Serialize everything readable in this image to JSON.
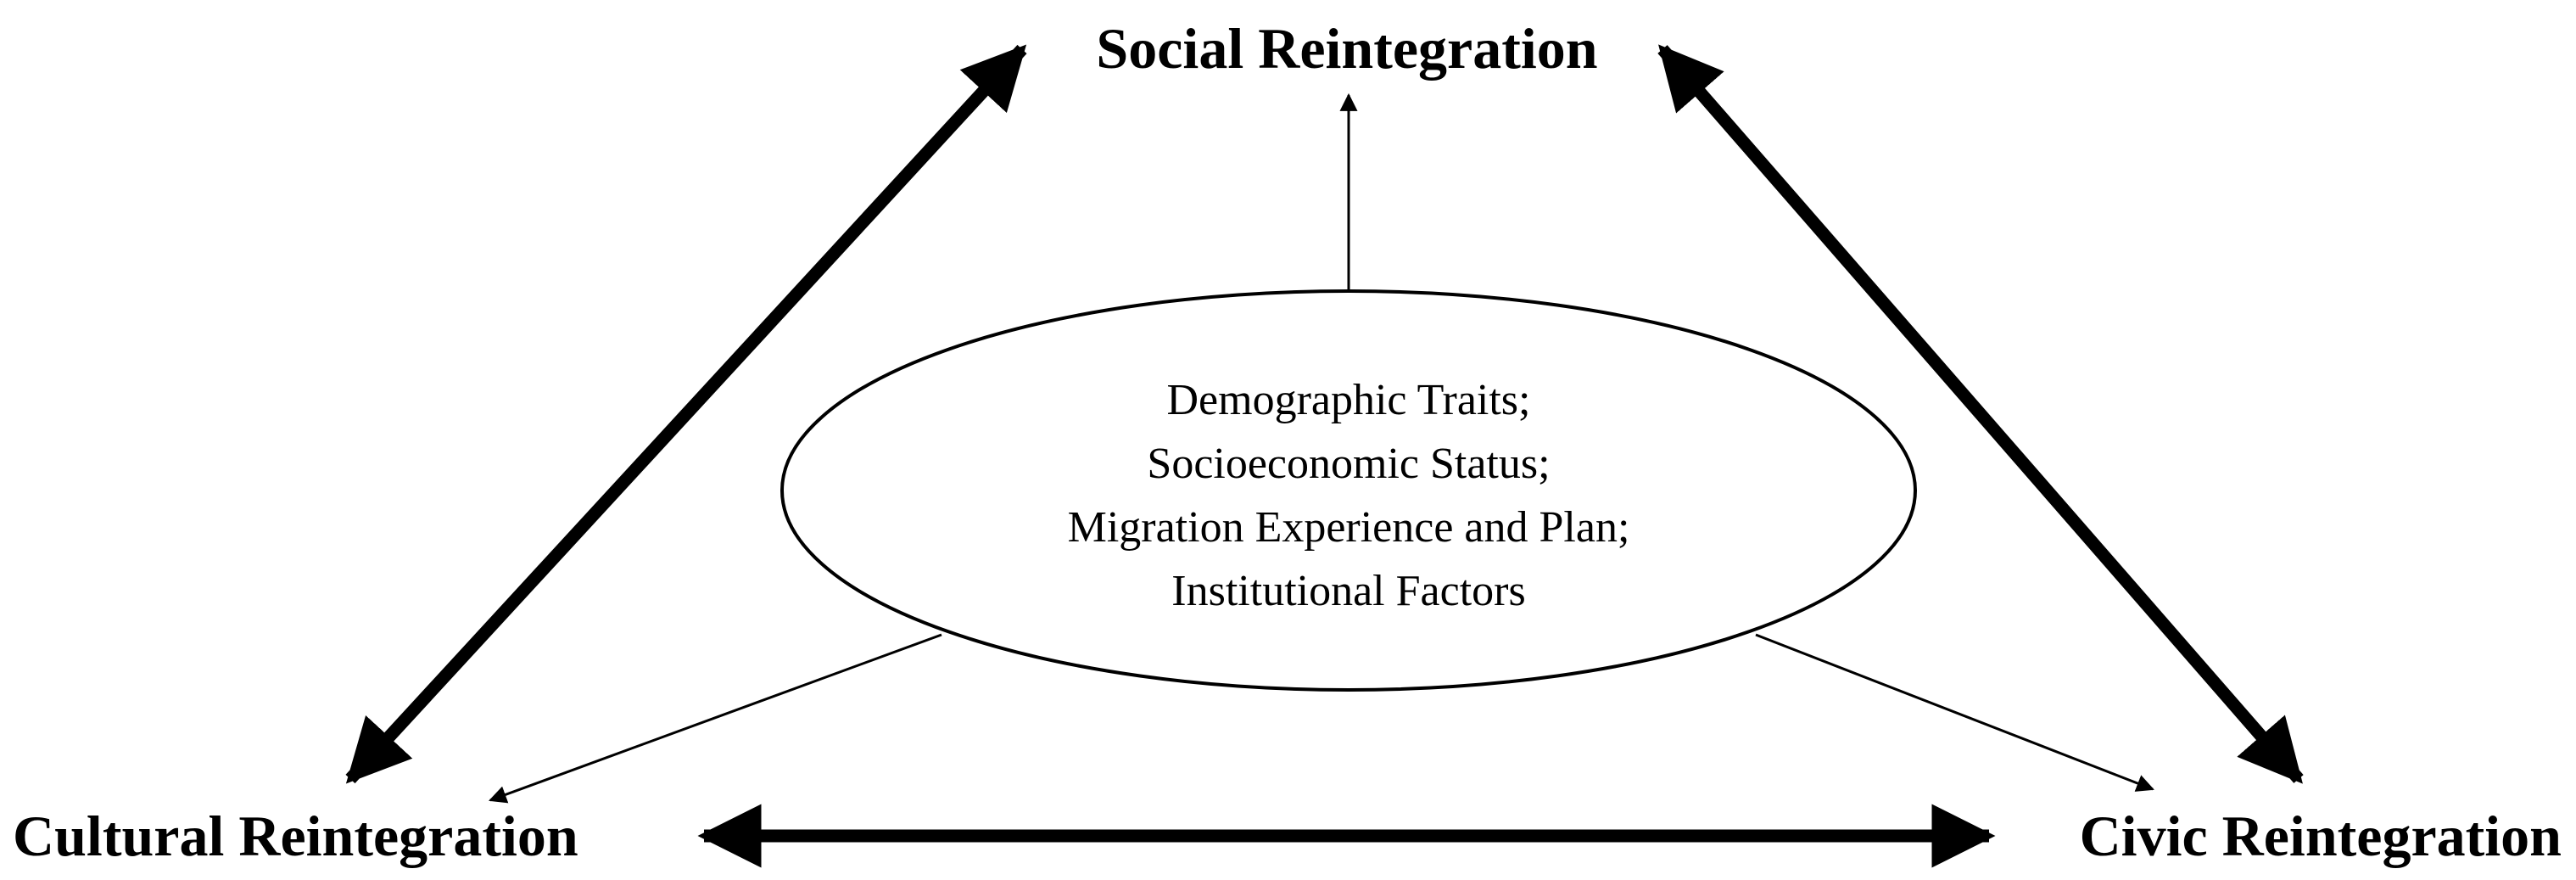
{
  "nodes": {
    "social": "Social Reintegration",
    "cultural": "Cultural Reintegration",
    "civic": "Civic Reintegration"
  },
  "factors": {
    "lines": [
      "Demographic Traits;",
      "Socioeconomic Status;",
      "Migration Experience and Plan;",
      "Institutional Factors"
    ]
  },
  "colors": {
    "stroke": "#000000",
    "background": "#ffffff"
  }
}
